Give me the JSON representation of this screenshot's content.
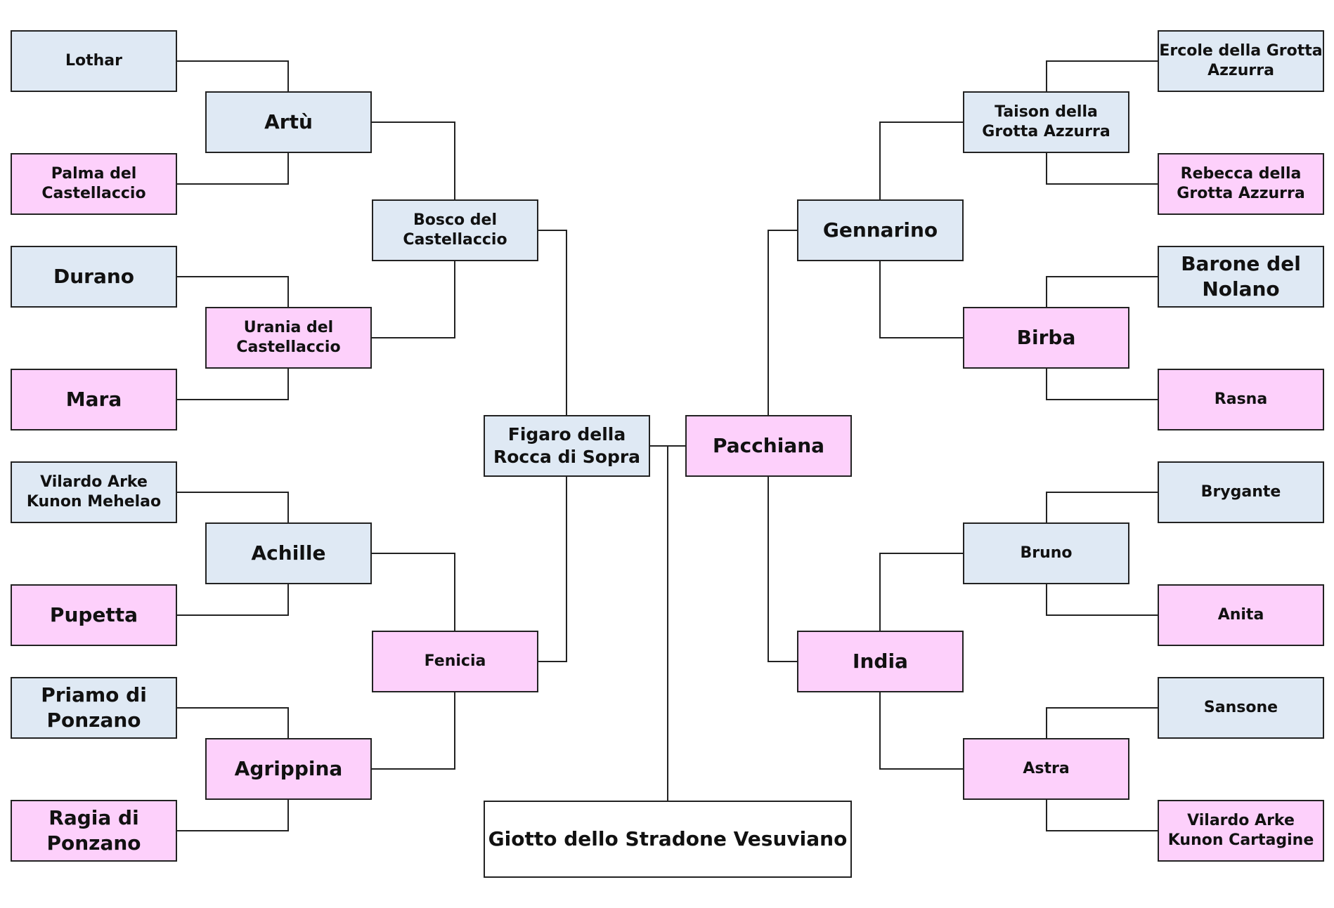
{
  "colors": {
    "male": "#dfe9f4",
    "female": "#fdd0fb",
    "subject": "#ffffff",
    "line": "#222222"
  },
  "subject": "Giotto dello Stradone Vesuviano",
  "sire": {
    "name": "Figaro della Rocca di Sopra",
    "sire": {
      "name": "Bosco del Castellaccio",
      "sire": {
        "name": "Artù",
        "sire": "Lothar",
        "dam": "Palma del Castellaccio"
      },
      "dam": {
        "name": "Urania del Castellaccio",
        "sire": "Durano",
        "dam": "Mara"
      }
    },
    "dam": {
      "name": "Fenicia",
      "sire": {
        "name": "Achille",
        "sire": "Vilardo Arke Kunon Mehelao",
        "dam": "Pupetta"
      },
      "dam": {
        "name": "Agrippina",
        "sire": "Priamo di Ponzano",
        "dam": "Ragia di Ponzano"
      }
    }
  },
  "dam": {
    "name": "Pacchiana",
    "sire": {
      "name": "Gennarino",
      "sire": {
        "name": "Taison della Grotta Azzurra",
        "sire": "Ercole della Grotta Azzurra",
        "dam": "Rebecca della Grotta Azzurra"
      },
      "dam": {
        "name": "Birba",
        "sire": "Barone del Nolano",
        "dam": "Rasna"
      }
    },
    "dam": {
      "name": "India",
      "sire": {
        "name": "Bruno",
        "sire": "Brygante",
        "dam": "Anita"
      },
      "dam": {
        "name": "Astra",
        "sire": "Sansone",
        "dam": "Vilardo Arke Kunon Cartagine"
      }
    }
  }
}
